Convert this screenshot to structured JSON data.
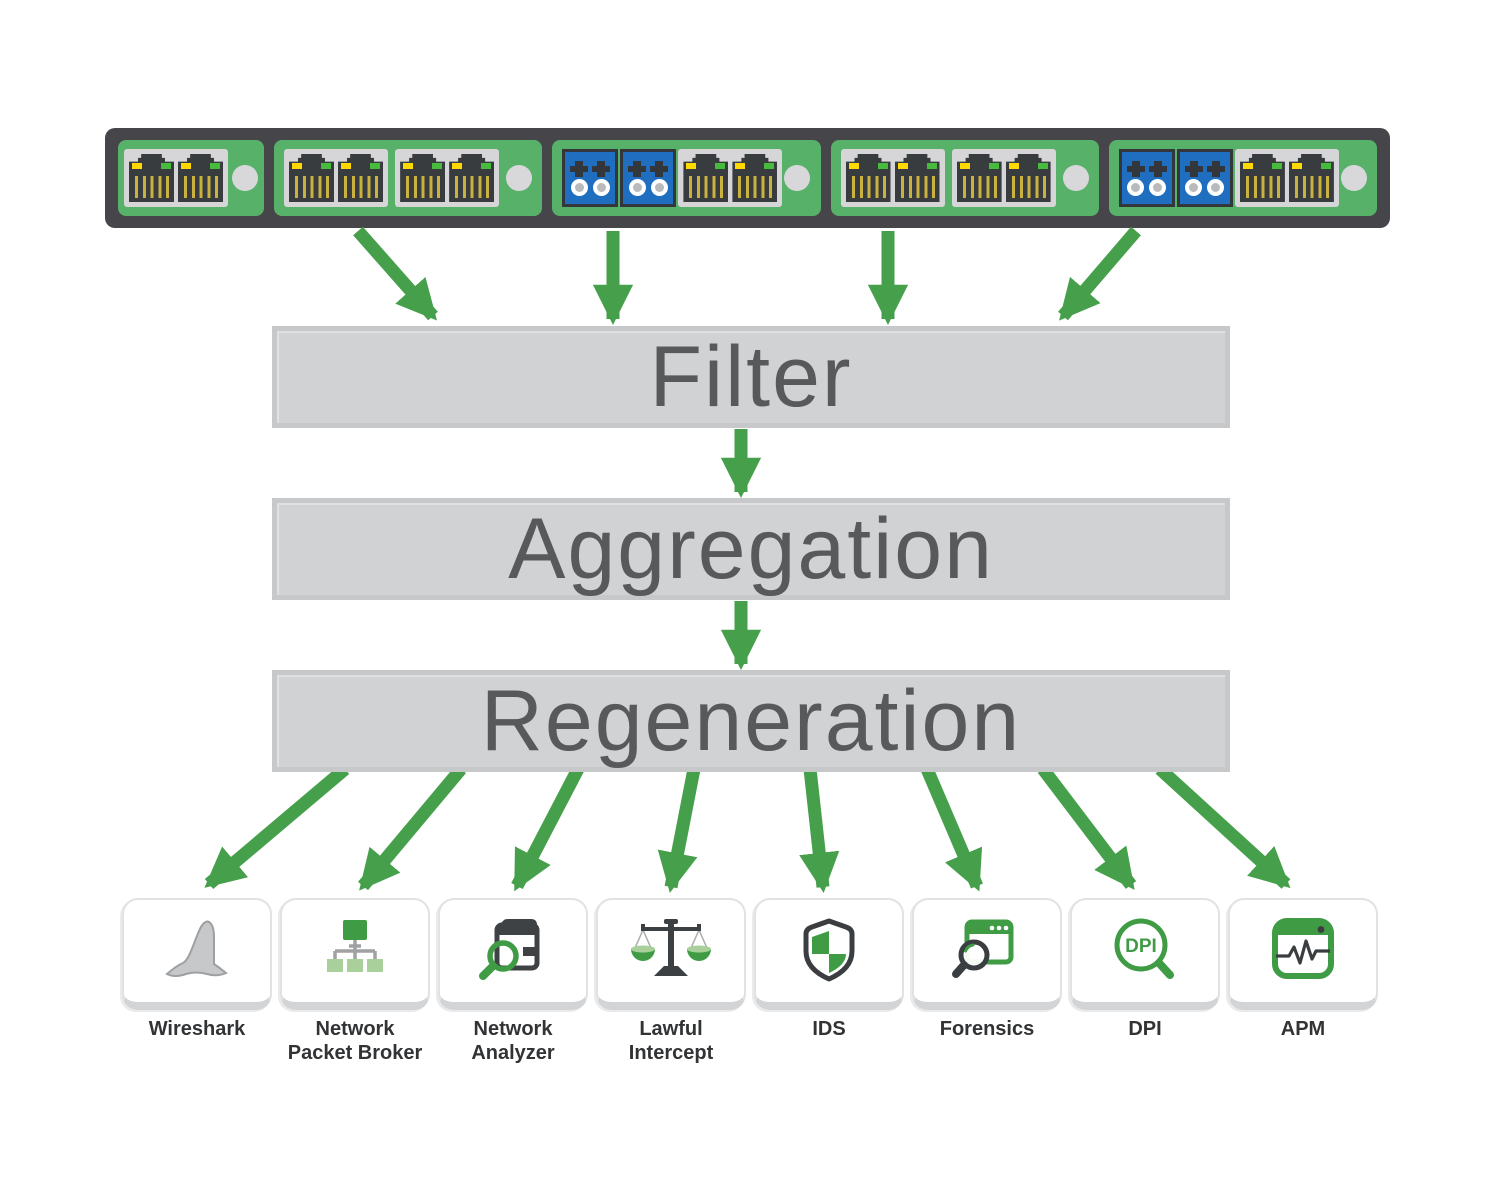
{
  "colors": {
    "arrow_green": "#46a04b",
    "icon_green": "#3f9c45",
    "light_green": "#a9cf9b",
    "module_green": "#57b169",
    "chassis_gray": "#46464a",
    "port_dark": "#393c3f",
    "pin_yellow": "#c9b23e",
    "led_yellow": "#ffd900",
    "led_green": "#47bb3c",
    "fiber_blue": "#1f6ec0",
    "bar_text": "#58595b",
    "label_text": "#323335"
  },
  "device": {
    "description": "1U network tap chassis with five green port modules",
    "modules": [
      {
        "size": "small",
        "ports": [
          "rj45-pair"
        ]
      },
      {
        "size": "wide",
        "ports": [
          "rj45-pair",
          "rj45-pair"
        ]
      },
      {
        "size": "wide",
        "ports": [
          "fiber-duplex",
          "fiber-duplex",
          "rj45-pair"
        ]
      },
      {
        "size": "wide",
        "ports": [
          "rj45-pair",
          "rj45-pair"
        ]
      },
      {
        "size": "wide",
        "ports": [
          "fiber-duplex",
          "fiber-duplex",
          "rj45-pair"
        ]
      }
    ]
  },
  "stages": [
    {
      "label": "Filter"
    },
    {
      "label": "Aggregation"
    },
    {
      "label": "Regeneration"
    }
  ],
  "tools": [
    {
      "label": "Wireshark",
      "icon": "shark-fin"
    },
    {
      "label": "Network Packet Broker",
      "icon": "hierarchy"
    },
    {
      "label": "Network Analyzer",
      "icon": "box-with-magnifier"
    },
    {
      "label": "Lawful Intercept",
      "icon": "balance-scale"
    },
    {
      "label": "IDS",
      "icon": "shield"
    },
    {
      "label": "Forensics",
      "icon": "window-with-magnifier"
    },
    {
      "label": "DPI",
      "icon": "magnifier-dpi",
      "icon_text": "DPI"
    },
    {
      "label": "APM",
      "icon": "monitor-pulse"
    }
  ]
}
